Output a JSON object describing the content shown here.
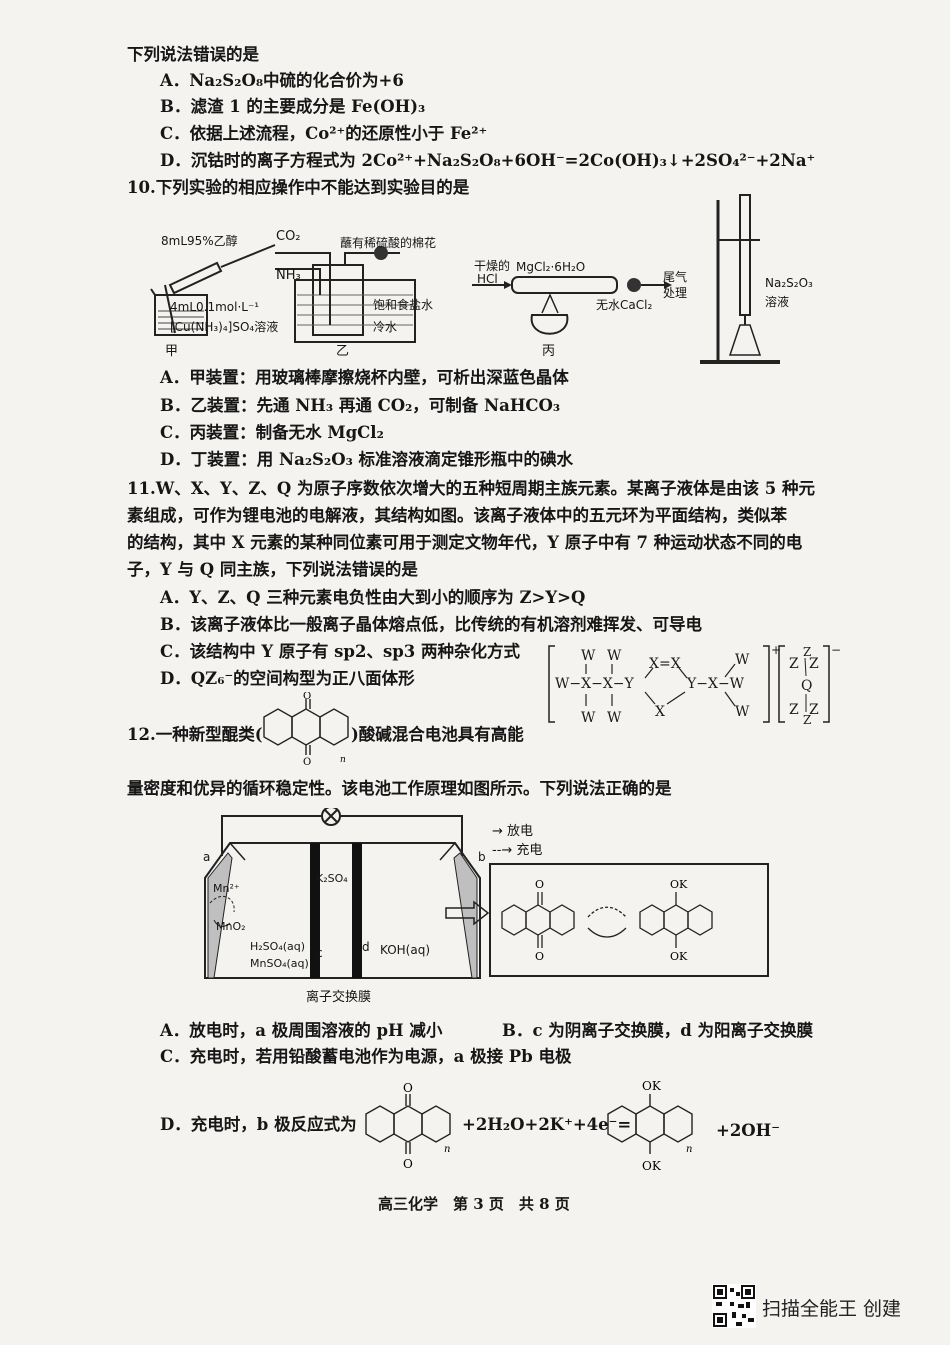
{
  "q9": {
    "stem": "下列说法错误的是",
    "A": "A．Na₂S₂O₈中硫的化合价为+6",
    "B": "B．滤渣 1 的主要成分是 Fe(OH)₃",
    "C": "C．依据上述流程，Co²⁺的还原性小于 Fe²⁺",
    "D": "D．沉钴时的离子方程式为 2Co²⁺+Na₂S₂O₈+6OH⁻=2Co(OH)₃↓+2SO₄²⁻+2Na⁺"
  },
  "q10": {
    "stem": "10.下列实验的相应操作中不能达到实验目的是",
    "A": "A．甲装置：用玻璃棒摩擦烧杯内壁，可析出深蓝色晶体",
    "B": "B．乙装置：先通 NH₃ 再通 CO₂，可制备 NaHCO₃",
    "C": "C．丙装置：制备无水 MgCl₂",
    "D": "D．丁装置：用 Na₂S₂O₃ 标准溶液滴定锥形瓶中的碘水",
    "fig": {
      "jia_l1": "8mL95%乙醇",
      "jia_l2": "4mL0.1mol·L⁻¹",
      "jia_l3": "[Cu(NH₃)₄]SO₄溶液",
      "jia_name": "甲",
      "yi_co2": "CO₂",
      "yi_nh3": "NH₃",
      "yi_cotton": "蘸有稀硫酸的棉花",
      "yi_salt": "饱和食盐水",
      "yi_water": "冷水",
      "yi_name": "乙",
      "bing_hcl1": "干燥的",
      "bing_hcl2": "HCl",
      "bing_mg": "MgCl₂·6H₂O",
      "bing_cacl2": "无水CaCl₂",
      "bing_tail1": "尾气",
      "bing_tail2": "处理",
      "bing_name": "丙",
      "ding_sol1": "Na₂S₂O₃",
      "ding_sol2": "溶液"
    }
  },
  "q11": {
    "l1": "11.W、X、Y、Z、Q 为原子序数依次增大的五种短周期主族元素。某离子液体是由该 5 种元",
    "l2": "素组成，可作为锂电池的电解液，其结构如图。该离子液体中的五元环为平面结构，类似苯",
    "l3": "的结构，其中 X 元素的某种同位素可用于测定文物年代，Y 原子中有 7 种运动状态不同的电",
    "l4": "子，Y 与 Q 同主族，下列说法错误的是",
    "A": "A．Y、Z、Q 三种元素电负性由大到小的顺序为 Z>Y>Q",
    "B": "B．该离子液体比一般离子晶体熔点低，比传统的有机溶剂难挥发、可导电",
    "C": "C．该结构中 Y 原子有 sp2、sp3 两种杂化方式",
    "D": "D．QZ₆⁻的空间构型为正八面体形"
  },
  "q12": {
    "l1a": "12.一种新型醌类(",
    "l1b": ")酸碱混合电池具有高能",
    "l2": "量密度和优异的循环稳定性。该电池工作原理如图所示。下列说法正确的是",
    "legend_discharge": "→ 放电",
    "legend_charge": "--→ 充电",
    "lbl_a": "a",
    "lbl_b": "b",
    "lbl_c": "c",
    "lbl_d": "d",
    "lbl_mn2": "Mn²⁺",
    "lbl_mno2": "MnO₂",
    "lbl_k2so4": "K₂SO₄",
    "lbl_h2so4": "H₂SO₄(aq)",
    "lbl_mnso4": "MnSO₄(aq)",
    "lbl_koh": "KOH(aq)",
    "lbl_membrane": "离子交换膜",
    "A": "A．放电时，a 极周围溶液的 pH 减小",
    "B": "B．c 为阴离子交换膜，d 为阳离子交换膜",
    "C": "C．充电时，若用铅酸蓄电池作为电源，a 极接 Pb 电极",
    "D_pre": "D．充电时，b 极反应式为",
    "D_mid": "+2H₂O+2K⁺+4e⁻=",
    "D_post": "+2OH⁻",
    "O": "O",
    "OK": "OK",
    "n": "n"
  },
  "footer": "高三化学　第 3 页　共 8 页",
  "scanner": "扫描全能王 创建"
}
